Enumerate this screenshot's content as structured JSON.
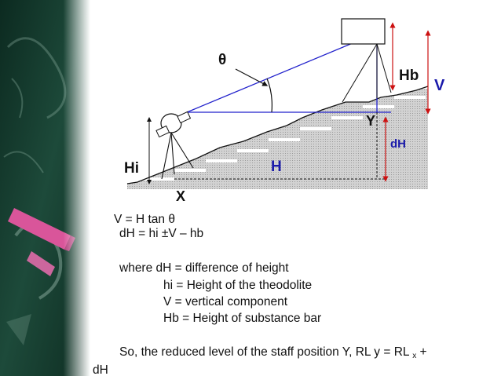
{
  "diagram": {
    "labels": {
      "theta": "θ",
      "hb": "Hb",
      "v": "V",
      "y": "Y",
      "dh": "dH",
      "hi": "Hi",
      "h": "H",
      "x": "X"
    },
    "colors": {
      "background": "#ffffff",
      "ground_fill": "#cccccc",
      "sight_line": "#2222cc",
      "dimension_arrow": "#cc1111",
      "label_blue": "#1a1aaa",
      "label_black": "#111111",
      "chalkboard": "#123a2c",
      "chalk_pink": "#d9559a"
    }
  },
  "text": {
    "formula_v": "V = H tan θ",
    "formula_dh": "dH = hi  ±V – hb",
    "where_line": "where dH = difference of height",
    "def_hi": "hi = Height of the theodolite",
    "def_v": "V = vertical component",
    "def_hb": "Hb = Height of substance bar",
    "reduced_level_pre": "So, the reduced level of the staff position Y, RL y = RL",
    "reduced_level_sub": "x",
    "reduced_level_post": " +",
    "reduced_level_tail": "dH"
  }
}
